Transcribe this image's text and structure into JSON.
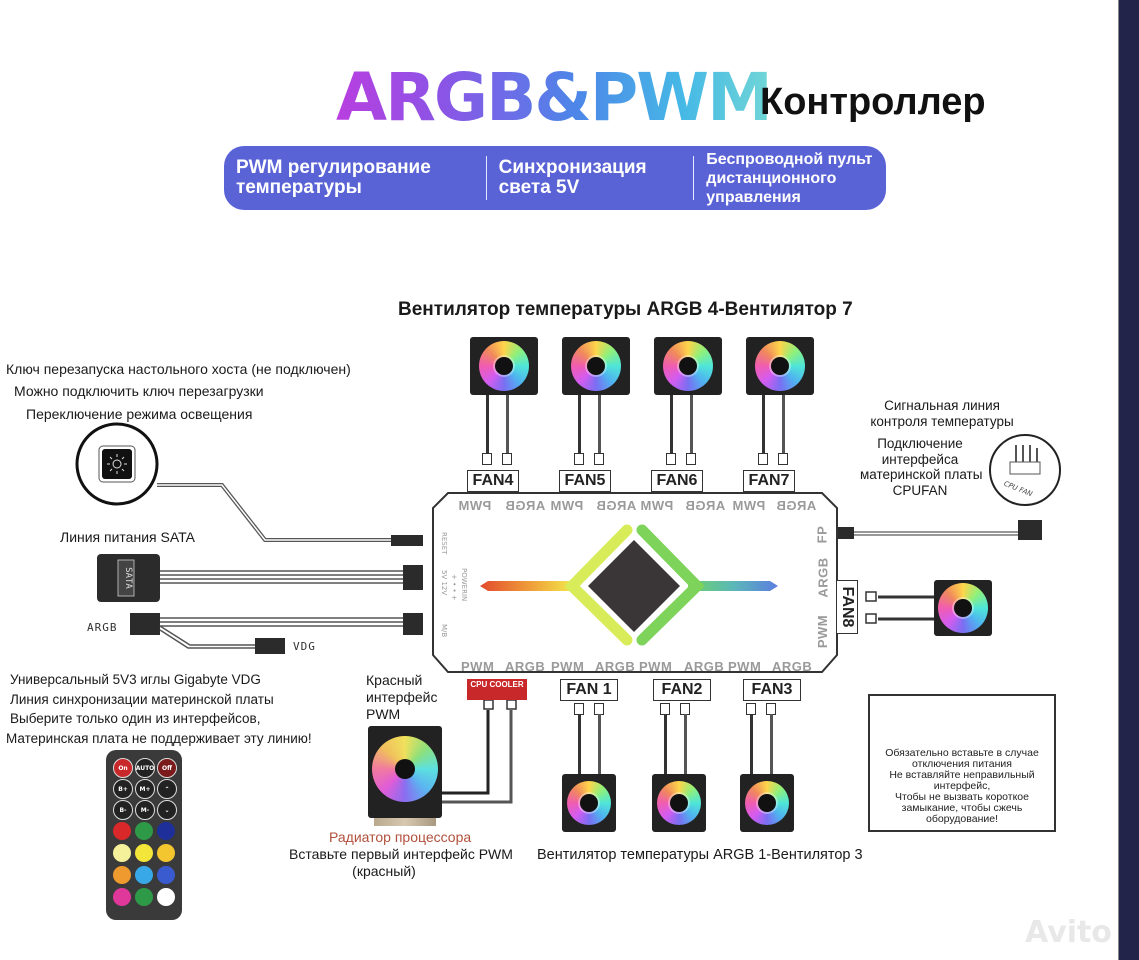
{
  "header": {
    "title_gradient": "ARGB&PWM",
    "title_suffix": "Контроллер",
    "features": [
      "PWM регулирование температуры",
      "Синхронизация света 5V",
      "Беспроводной пульт дистанционного управления"
    ],
    "banner_color": "#5a63d6"
  },
  "top_fans": {
    "title": "Вентилятор температуры ARGB 4-Вентилятор 7",
    "labels": [
      "FAN4",
      "FAN5",
      "FAN6",
      "FAN7"
    ]
  },
  "bottom_fans": {
    "title": "Вентилятор температуры ARGB 1-Вентилятор 3",
    "labels": [
      "FAN 1",
      "FAN2",
      "FAN3"
    ]
  },
  "hub": {
    "top_pins": [
      "PWM",
      "ARGB",
      "PWM",
      "ARGB",
      "PWM",
      "ARGB",
      "PWM",
      "ARGB"
    ],
    "bottom_pins": [
      "PWM",
      "ARGB",
      "PWM",
      "ARGB",
      "PWM",
      "ARGB",
      "PWM",
      "ARGB"
    ],
    "right_pins": [
      "FP",
      "ARGB",
      "PWM"
    ],
    "left_pins": [
      "RESET",
      "POWERIN",
      "+ • • +",
      "5V 12V",
      "M/B"
    ],
    "fan8_label": "FAN8",
    "cpu_cooler_label": "CPU COOLER",
    "cpu_cooler_color": "#c8282a"
  },
  "left_notes": {
    "reset_key": [
      "Ключ перезапуска настольного хоста (не подключен)",
      "Можно подключить ключ перезагрузки",
      "Переключение режима освещения"
    ],
    "sata_label": "Линия питания SATA",
    "sata_connector_text": "SATA",
    "argb_label": "ARGB",
    "vdg_label": "VDG",
    "vdg_notes": [
      "Универсальный 5V3 иглы Gigabyte VDG",
      "Линия синхронизации материнской платы",
      "Выберите только один из интерфейсов,",
      "Материнская плата не поддерживает эту линию!"
    ]
  },
  "right_notes": {
    "signal": [
      "Сигнальная линия",
      "контроля температуры"
    ],
    "cpufan": [
      "Подключение",
      "интерфейса",
      "материнской платы",
      "CPUFAN"
    ],
    "cpufan_header_label": "CPU FAN"
  },
  "cpu": {
    "pwm_note": [
      "Красный",
      "интерфейс",
      "PWM"
    ],
    "radiator_title": "Радиатор процессора",
    "radiator_title_color": "#b2503c",
    "insert_note": [
      "Вставьте первый интерфейс PWM",
      "(красный)"
    ]
  },
  "warning": {
    "lines": [
      "Обязательно вставьте в случае",
      "отключения питания",
      "Не вставляйте неправильный",
      "интерфейс,",
      "Чтобы не вызвать короткое",
      "замыкание, чтобы сжечь",
      "оборудование!"
    ],
    "icon": "warning-triangle-icon"
  },
  "remote": {
    "top_buttons": [
      "On",
      "AUTO",
      "Off",
      "B+",
      "M+",
      "up",
      "B-",
      "M-",
      "down"
    ],
    "color_buttons": [
      "#d8282a",
      "#2e9a48",
      "#1e2f9a",
      "#f5f09a",
      "#f4e53a",
      "#f3c52e",
      "#ee9a2e",
      "#38a8e8",
      "#3a5ad0",
      "#e0389a",
      "#2e9a48",
      "#ffffff"
    ]
  },
  "watermark": "Avito"
}
